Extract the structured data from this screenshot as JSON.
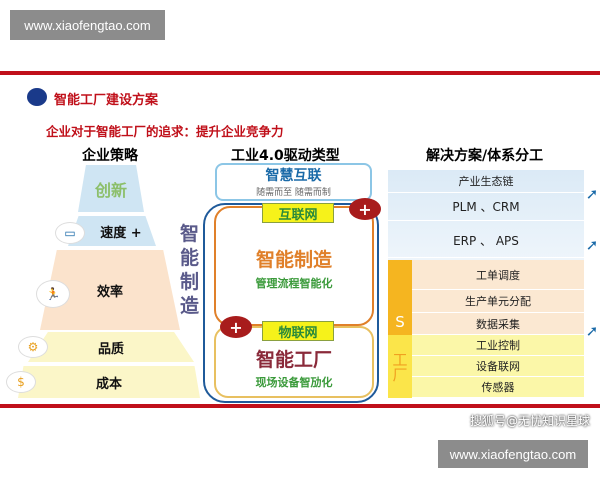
{
  "watermark_top": "www.xiaofengtao.com",
  "watermark_bottom": "www.xiaofengtao.com",
  "slide": {
    "title": "智能工厂建设方案",
    "subtitle": "企业对于智能工厂的追求：提升企业竞争力",
    "strategy": {
      "heading": "企业策略",
      "layers": [
        {
          "label": "创新",
          "icon": ""
        },
        {
          "label": "速度 +",
          "icon": "monitor-icon"
        },
        {
          "label": "效率",
          "icon": "runner-icon"
        },
        {
          "label": "品质",
          "icon": "gears-icon"
        },
        {
          "label": "成本",
          "icon": "money-icon"
        }
      ]
    },
    "drivers": {
      "heading": "工业4.0驱动类型",
      "vertical_label": "智能制造",
      "smart_interconnect": {
        "title": "智慧互联",
        "sub": "随需而至 随需而制"
      },
      "internet": "互联网",
      "iot": "物联网",
      "smart_manufacturing": {
        "title": "智能制造",
        "sub": "管理流程智能化"
      },
      "smart_factory": {
        "title": "智能工厂",
        "sub": "现场设备智劢化"
      },
      "plus": "+"
    },
    "solutions": {
      "heading": "解决方案/体系分工",
      "side_s": "S",
      "side_factory": "工厂",
      "rows": [
        "产业生态链",
        "PLM 、CRM",
        "ERP 、 APS",
        "工单调度",
        "生产单元分配",
        "数据采集",
        "工业控制",
        "设备联网",
        "传感器"
      ]
    },
    "source_watermark": "搜狐号@无忧知识星球"
  }
}
